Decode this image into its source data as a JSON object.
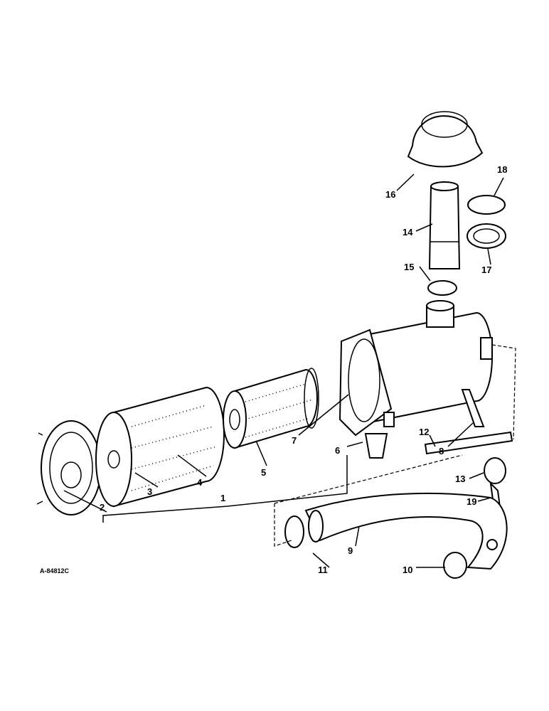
{
  "drawing_code": "A-84812C",
  "callouts": [
    "1",
    "2",
    "3",
    "4",
    "5",
    "6",
    "7",
    "8",
    "9",
    "10",
    "11",
    "12",
    "13",
    "14",
    "15",
    "16",
    "17",
    "18",
    "19"
  ],
  "colors": {
    "ink": "#000000",
    "paper": "#ffffff"
  }
}
